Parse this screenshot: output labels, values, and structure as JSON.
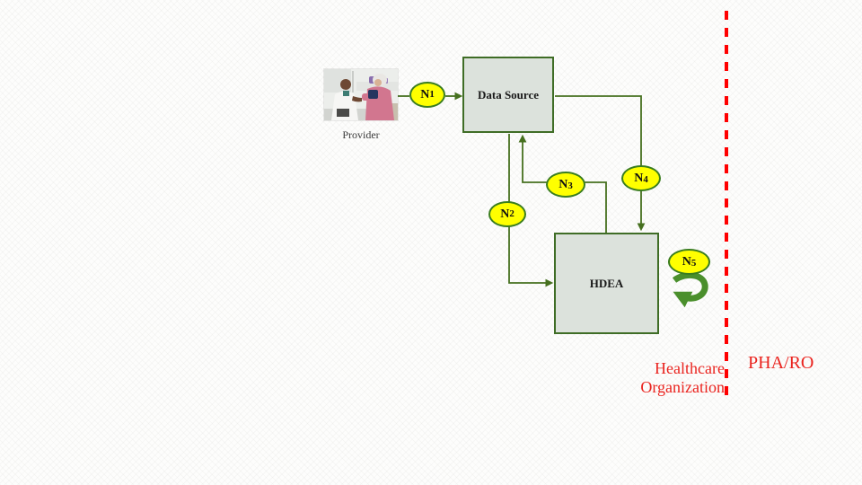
{
  "slide": {
    "provider": {
      "caption": "Provider",
      "photo_alt": "provider-with-patient-photo"
    },
    "boxes": {
      "data_source": {
        "label": "Data Source"
      },
      "hdea": {
        "label": "HDEA"
      }
    },
    "nodes": {
      "n1": {
        "prefix": "N",
        "digit": "1"
      },
      "n2": {
        "prefix": "N",
        "digit": "2"
      },
      "n3": {
        "prefix": "N",
        "digit": "3"
      },
      "n4": {
        "prefix": "N",
        "digit": "4"
      },
      "n5": {
        "prefix": "N",
        "digit": "5"
      }
    },
    "regions": {
      "left": {
        "label": "Healthcare Organization"
      },
      "right": {
        "label": "PHA/RO"
      }
    },
    "icons": {
      "curved_arrow": "curved-return-arrow"
    },
    "colors": {
      "connector_green": "#46701f",
      "shape_border_green": "#3a7d1f",
      "box_fill": "#dce2dc",
      "node_fill": "#ffff00",
      "curved_arrow_green": "#4a8f2c",
      "boundary_red": "#ff0000",
      "region_text_red": "#ea231e"
    }
  }
}
